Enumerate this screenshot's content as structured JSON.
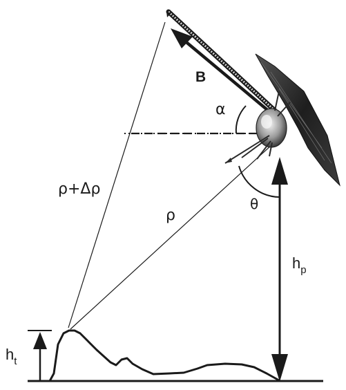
{
  "labels": {
    "baseline": "B",
    "alpha": "α",
    "theta": "θ",
    "rho": "ρ",
    "rho_plus_delta": "ρ+Δρ",
    "hp_main": "h",
    "hp_sub": "p",
    "ht_main": "h",
    "ht_sub": "t"
  },
  "colors": {
    "line": "#1a1a1a",
    "boom": "#3a3a3a",
    "boom_light": "#d8d8d8",
    "satellite": "#2a2a2a",
    "background": "#ffffff"
  }
}
